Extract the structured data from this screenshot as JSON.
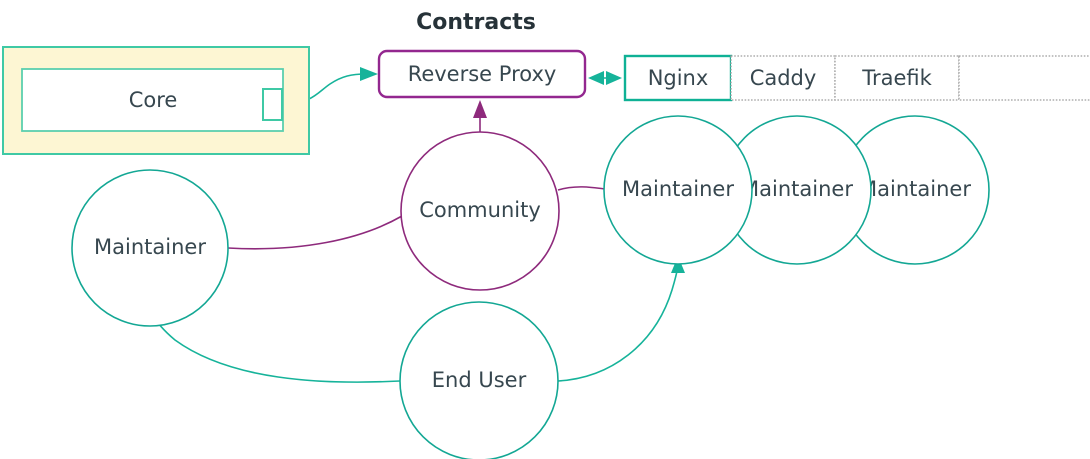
{
  "diagram": {
    "title": "Contracts",
    "background": "#ffffff",
    "colors": {
      "teal": "#16b39a",
      "teal_circle": "#13a794",
      "purple": "#8e2a7c",
      "purple_box": "#93278f",
      "cluster_fill": "#fdf6d3",
      "cluster_stroke": "#3fc9a5",
      "text": "#37474f",
      "title_text": "#263238",
      "cell_dotted_stroke": "#9e9e9e"
    }
  },
  "cluster": {
    "name": "core-cluster",
    "inner_label": "Core",
    "port_label": ""
  },
  "contracts": {
    "title": "Contracts",
    "box_label": "Reverse Proxy"
  },
  "implementations": {
    "cells": [
      {
        "label": "Nginx",
        "style": "solid-teal"
      },
      {
        "label": "Caddy",
        "style": "dotted"
      },
      {
        "label": "Traefik",
        "style": "dotted"
      },
      {
        "label": "",
        "style": "dotted"
      }
    ]
  },
  "actors": {
    "maintainer_left": "Maintainer",
    "community": "Community",
    "end_user": "End User",
    "maintainer_right_1": "Maintainer",
    "maintainer_right_2": "Maintainer",
    "maintainer_right_3": "Maintainer"
  },
  "edges": [
    {
      "name": "core-to-reverse-proxy",
      "from": "Core",
      "to": "Reverse Proxy",
      "color": "#16b39a",
      "arrow": "single"
    },
    {
      "name": "reverse-proxy-to-nginx",
      "from": "Reverse Proxy",
      "to": "Nginx",
      "color": "#16b39a",
      "arrow": "double"
    },
    {
      "name": "community-to-reverse-proxy",
      "from": "Community",
      "to": "Reverse Proxy",
      "color": "#8e2a7c",
      "arrow": "single"
    },
    {
      "name": "community-to-maintainer-left",
      "from": "Community",
      "to": "Maintainer",
      "color": "#8e2a7c",
      "arrow": "none"
    },
    {
      "name": "community-to-maintainer-right",
      "from": "Community",
      "to": "Maintainer",
      "color": "#8e2a7c",
      "arrow": "none"
    },
    {
      "name": "end-user-to-maintainer-left",
      "from": "End User",
      "to": "Maintainer",
      "color": "#16b39a",
      "arrow": "single"
    },
    {
      "name": "end-user-to-maintainer-right",
      "from": "End User",
      "to": "Maintainer",
      "color": "#16b39a",
      "arrow": "single"
    }
  ]
}
